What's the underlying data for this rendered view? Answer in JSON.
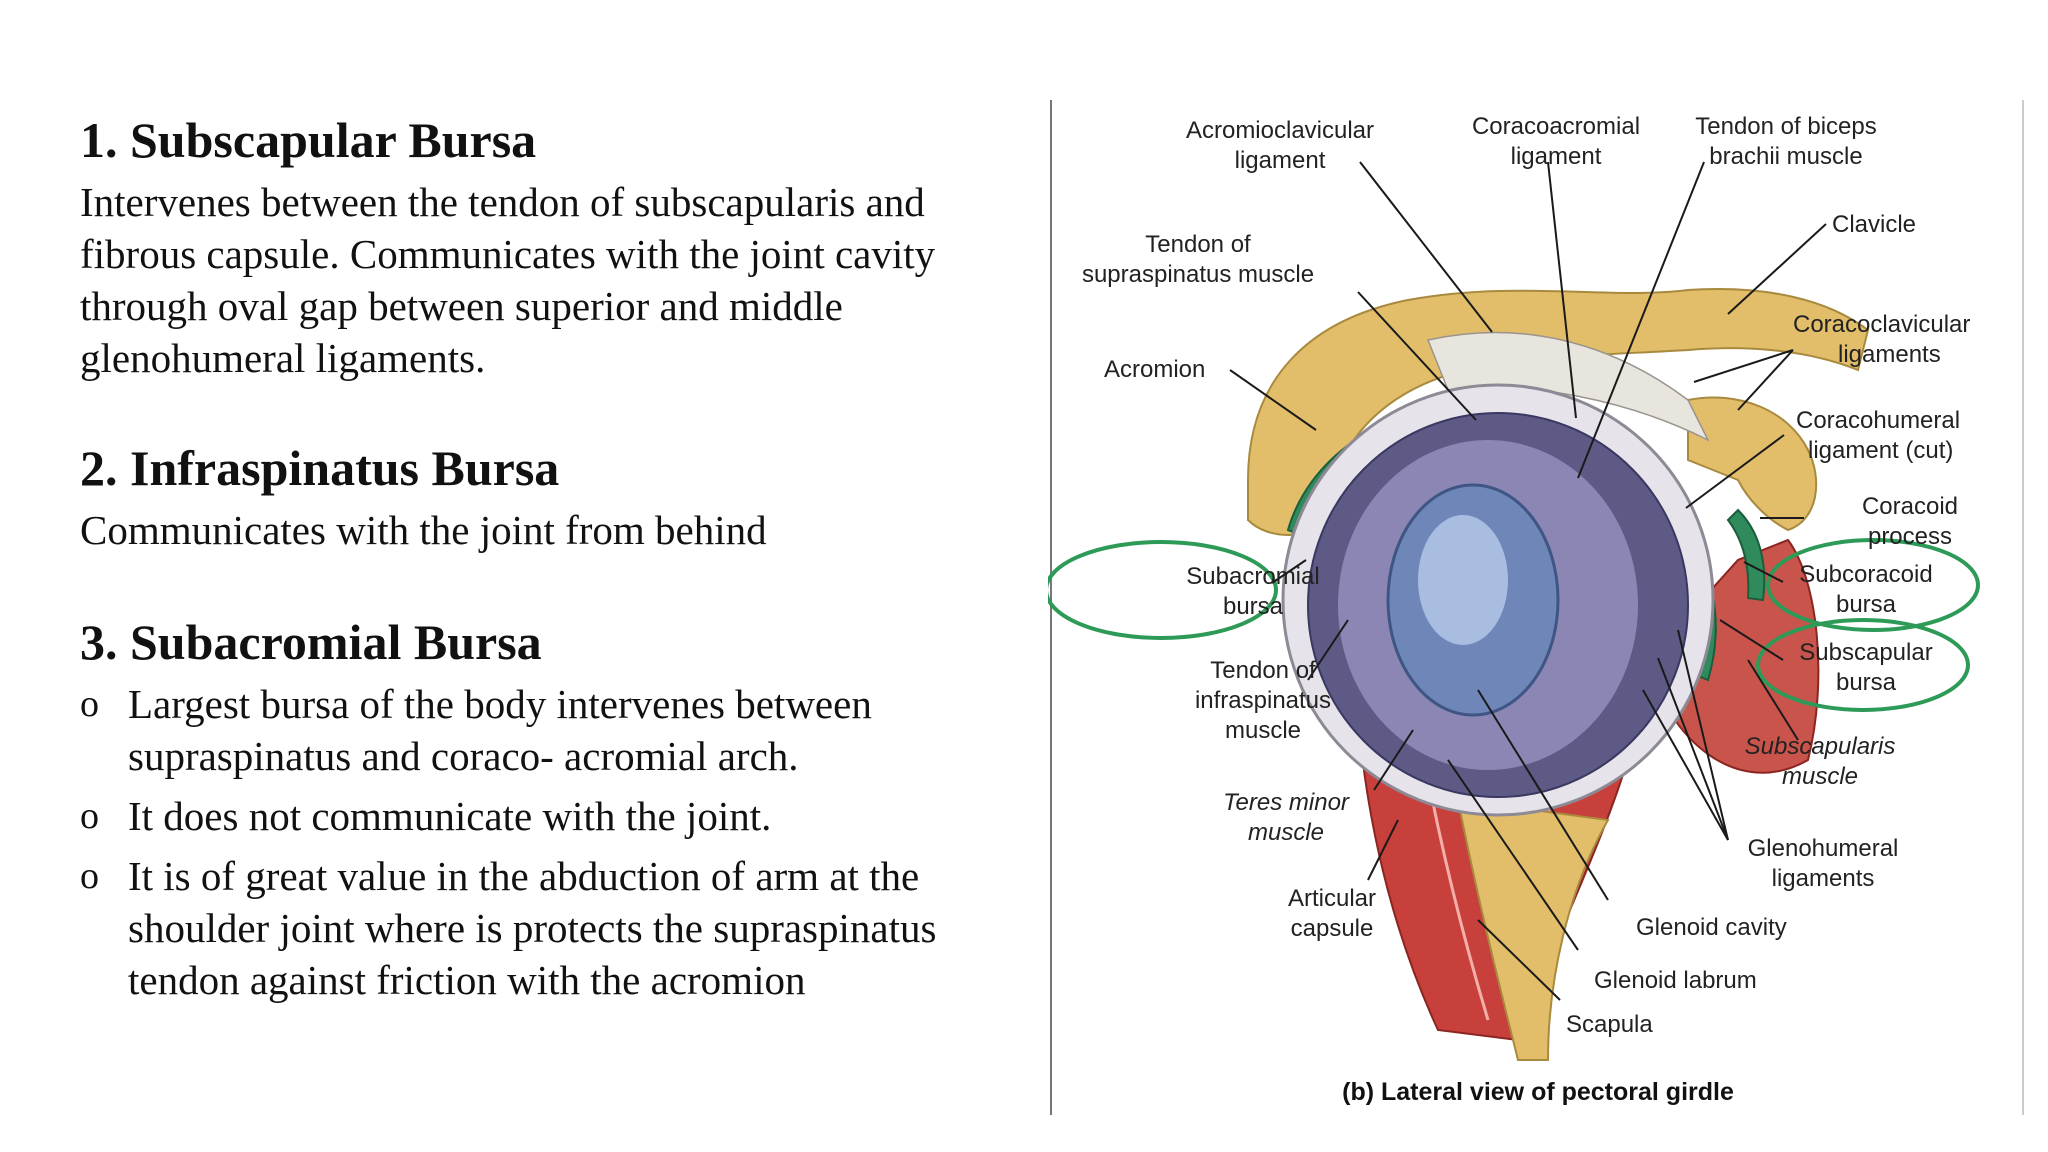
{
  "sections": [
    {
      "heading": "1. Subscapular Bursa",
      "lines": [
        "Intervenes between the tendon of subscapularis and",
        "fibrous capsule.  Communicates with the joint cavity",
        "through oval gap between superior  and middle",
        "glenohumeral ligaments."
      ]
    },
    {
      "heading": "2. Infraspinatus Bursa",
      "lines": [
        "Communicates with the joint from behind"
      ]
    },
    {
      "heading": "3. Subacromial Bursa",
      "bullet_marker": "o",
      "bullets": [
        [
          "Largest bursa of the body intervenes between",
          "supraspinatus and coraco-  acromial arch."
        ],
        [
          "It does not communicate with the joint."
        ],
        [
          "It is of great value in the abduction of arm at the",
          "shoulder joint where is protects the supraspinatus",
          "tendon against friction with the acromion"
        ]
      ]
    }
  ],
  "figure": {
    "caption": "(b) Lateral view of pectoral girdle",
    "labels": {
      "acromioclavicular": [
        "Acromioclavicular",
        "ligament"
      ],
      "coracoacromial": [
        "Coracoacromial",
        "ligament"
      ],
      "biceps_tendon": [
        "Tendon of biceps",
        "brachii muscle"
      ],
      "clavicle": [
        "Clavicle"
      ],
      "supraspinatus_tendon": [
        "Tendon of",
        "supraspinatus muscle"
      ],
      "coracoclavicular": [
        "Coracoclavicular",
        "ligaments"
      ],
      "acromion": [
        "Acromion"
      ],
      "coracohumeral": [
        "Coracohumeral",
        "ligament (cut)"
      ],
      "coracoid": [
        "Coracoid",
        "process"
      ],
      "subacromial_bursa": [
        "Subacromial",
        "bursa"
      ],
      "subcoracoid_bursa": [
        "Subcoracoid",
        "bursa"
      ],
      "infraspinatus_tendon": [
        "Tendon of",
        "infraspinatus",
        "muscle"
      ],
      "subscapular_bursa": [
        "Subscapular",
        "bursa"
      ],
      "subscapularis": [
        "Subscapularis",
        "muscle"
      ],
      "teres_minor": [
        "Teres minor",
        "muscle"
      ],
      "glenohumeral": [
        "Glenohumeral",
        "ligaments"
      ],
      "articular_capsule": [
        "Articular",
        "capsule"
      ],
      "glenoid_cavity": [
        "Glenoid cavity"
      ],
      "glenoid_labrum": [
        "Glenoid labrum"
      ],
      "scapula": [
        "Scapula"
      ]
    },
    "colors": {
      "bone": "#e3be6a",
      "bursa": "#2f8a5c",
      "muscle": "#c8403c",
      "cavity": "#6f86b8",
      "highlight_circle": "#2e9a57"
    }
  }
}
